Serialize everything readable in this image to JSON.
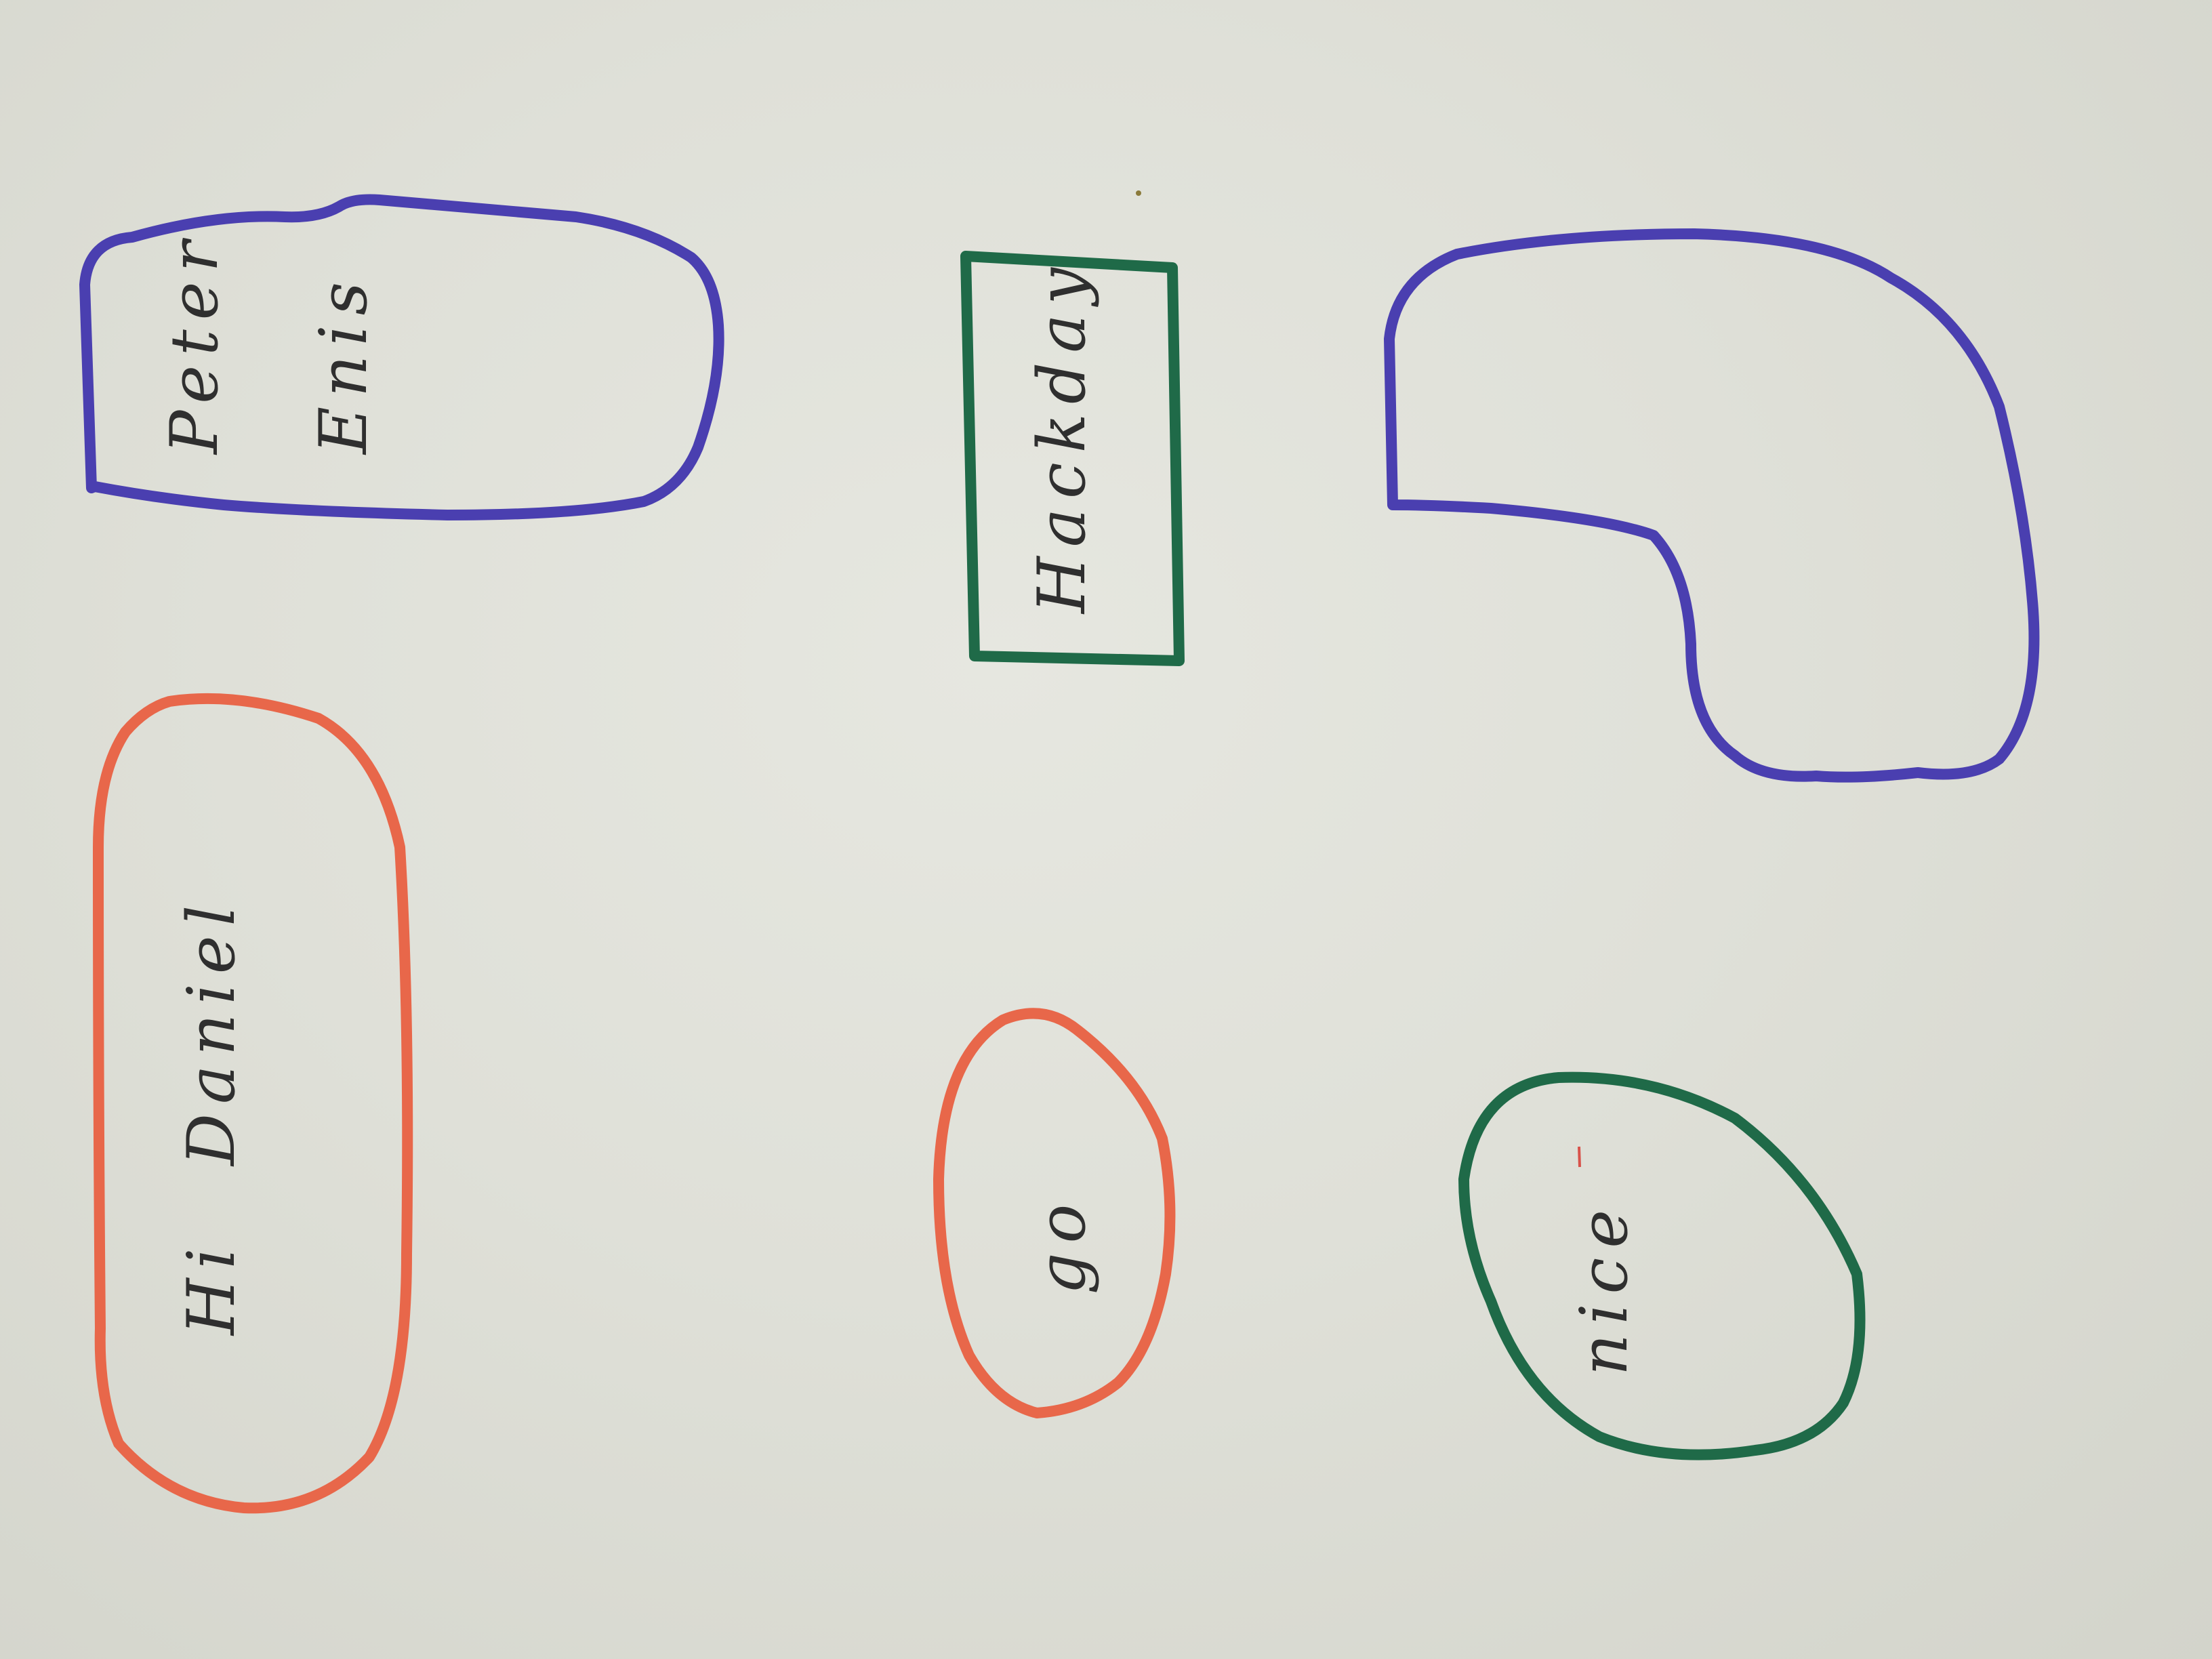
{
  "notes": {
    "peter_enis": {
      "line1": "Peter",
      "line2": "Enis"
    },
    "hackday": {
      "text": "Hackday"
    },
    "hi_daniel": {
      "line1": "Hi",
      "line2": "Daniel"
    },
    "go": {
      "text": "go"
    },
    "nice": {
      "text": "nice"
    }
  },
  "colors": {
    "paper": "#dfe0d8",
    "blue_marker": "#4a3fb0",
    "green_marker": "#1f6a48",
    "orange_marker": "#e8674a",
    "pencil": "#2f2f2f"
  }
}
